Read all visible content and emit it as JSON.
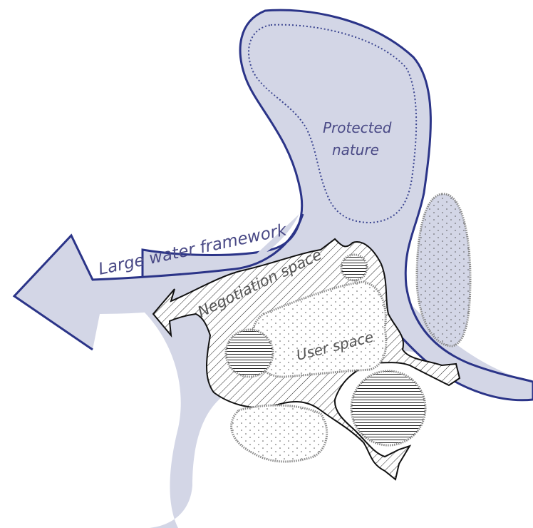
{
  "labels": {
    "protected_nature_line1": "Protected",
    "protected_nature_line2": "nature",
    "large_water_framework": "Large water framework",
    "negotiation_space": "Negotiation space",
    "user_space": "User space"
  },
  "colors": {
    "water_fill": "#d3d6e6",
    "water_outline": "#2b3488",
    "protected_dots": "#3b4590",
    "hatch_ink": "#222222",
    "dotted_blob_outline": "#888888"
  }
}
